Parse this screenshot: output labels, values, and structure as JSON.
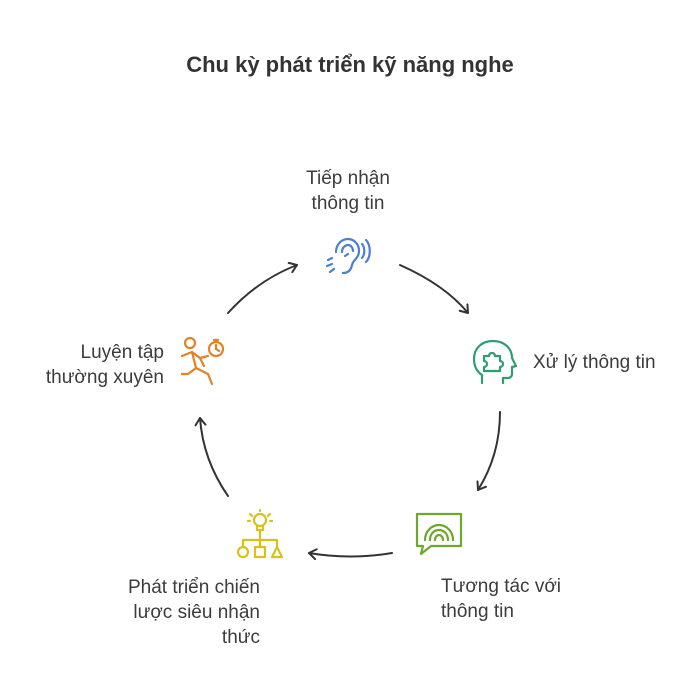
{
  "title": "Chu kỳ phát triển kỹ năng nghe",
  "nodes": [
    {
      "id": "receive",
      "lines": [
        "Tiếp nhận",
        "thông tin"
      ],
      "icon": "ear-icon",
      "color": "#4a7fd4"
    },
    {
      "id": "process",
      "lines": [
        "Xử lý thông tin"
      ],
      "icon": "brain-puzzle-head-icon",
      "color": "#2e9e6e"
    },
    {
      "id": "interact",
      "lines": [
        "Tương tác với",
        "thông tin"
      ],
      "icon": "speech-bubble-waves-icon",
      "color": "#6ea82b"
    },
    {
      "id": "strategy",
      "lines": [
        "Phát triển chiến",
        "lược siêu nhận",
        "thức"
      ],
      "icon": "lightbulb-flowchart-icon",
      "color": "#d8c21a"
    },
    {
      "id": "practice",
      "lines": [
        "Luyện tập",
        "thường xuyên"
      ],
      "icon": "runner-stopwatch-icon",
      "color": "#e0832a"
    }
  ],
  "arrow_color": "#333333"
}
